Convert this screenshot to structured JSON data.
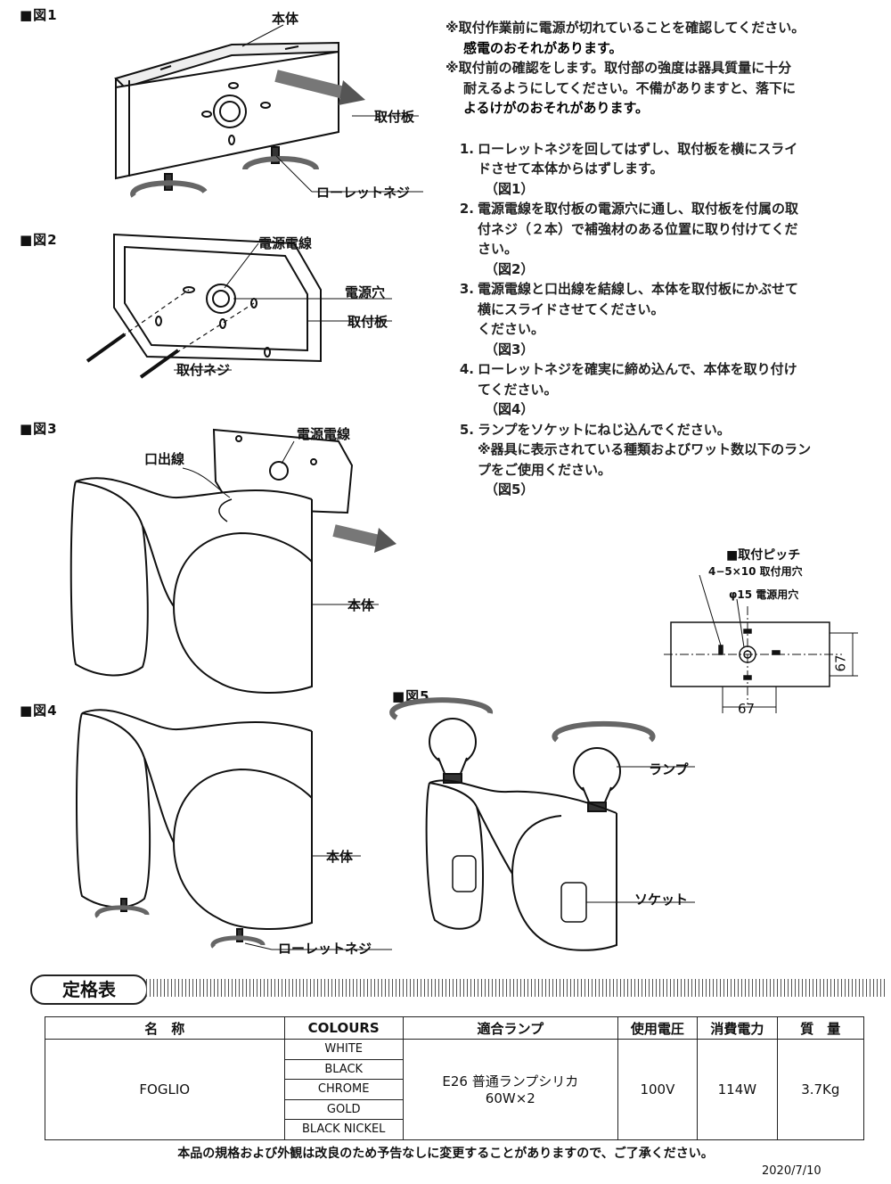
{
  "figures": {
    "fig1": {
      "title": "■図1",
      "body_label": "本体",
      "plate_label": "取付板",
      "screw_label": "ローレットネジ"
    },
    "fig2": {
      "title": "■図2",
      "wire_label": "電源電線",
      "hole_label": "電源穴",
      "plate_label": "取付板",
      "screw_label": "取付ネジ"
    },
    "fig3": {
      "title": "■図3",
      "wire_label": "電源電線",
      "outlet_label": "口出線",
      "body_label": "本体"
    },
    "fig4": {
      "title": "■図4",
      "body_label": "本体",
      "screw_label": "ローレットネジ"
    },
    "fig5": {
      "title": "■図5",
      "lamp_label": "ランプ",
      "socket_label": "ソケット"
    }
  },
  "pitch": {
    "title": "■取付ピッチ",
    "holes_label": "4−5×10 取付用穴",
    "power_hole_label": "φ15 電源用穴",
    "dim_h": "67",
    "dim_v": "67"
  },
  "instructions": {
    "warn1_a": "※取付作業前に電源が切れていることを確認してください。",
    "warn1_b": "感電のおそれがあります。",
    "warn2_a": "※取付前の確認をします。取付部の強度は器具質量に十分",
    "warn2_b": "耐えるようにしてください。不備がありますと、落下に",
    "warn2_c": "よるけがのおそれがあります。",
    "steps": [
      {
        "num": "1.",
        "lines": [
          "ローレットネジを回してはずし、取付板を横にスライ",
          "ドさせて本体からはずします。"
        ],
        "ref": "（図1）"
      },
      {
        "num": "2.",
        "lines": [
          "電源電線を取付板の電源穴に通し、取付板を付属の取",
          "付ネジ（２本）で補強材のある位置に取り付けてくだ",
          "さい。"
        ],
        "ref": "（図2）"
      },
      {
        "num": "3.",
        "lines": [
          "電源電線と口出線を結線し、本体を取付板にかぶせて",
          "横にスライドさせてください。",
          "ください。"
        ],
        "ref": "（図3）"
      },
      {
        "num": "4.",
        "lines": [
          "ローレットネジを確実に締め込んで、本体を取り付け",
          "てください。"
        ],
        "ref": "（図4）"
      },
      {
        "num": "5.",
        "lines": [
          "ランプをソケットにねじ込んでください。",
          "※器具に表示されている種類およびワット数以下のラン",
          "プをご使用ください。"
        ],
        "ref": "（図5）"
      }
    ]
  },
  "spec": {
    "title": "定格表",
    "headers": {
      "name": "名　称",
      "colours": "COLOURS",
      "lamp": "適合ランプ",
      "voltage": "使用電圧",
      "power": "消費電力",
      "weight": "質　量"
    },
    "name": "FOGLIO",
    "colours": [
      "WHITE",
      "BLACK",
      "CHROME",
      "GOLD",
      "BLACK NICKEL"
    ],
    "lamp_line1": "E26  普通ランプシリカ",
    "lamp_line2": "60W×2",
    "voltage": "100V",
    "power": "114W",
    "weight": "3.7Kg"
  },
  "footer": {
    "note": "本品の規格および外観は改良のため予告なしに変更することがありますので、ご了承ください。",
    "date": "2020/7/10"
  }
}
